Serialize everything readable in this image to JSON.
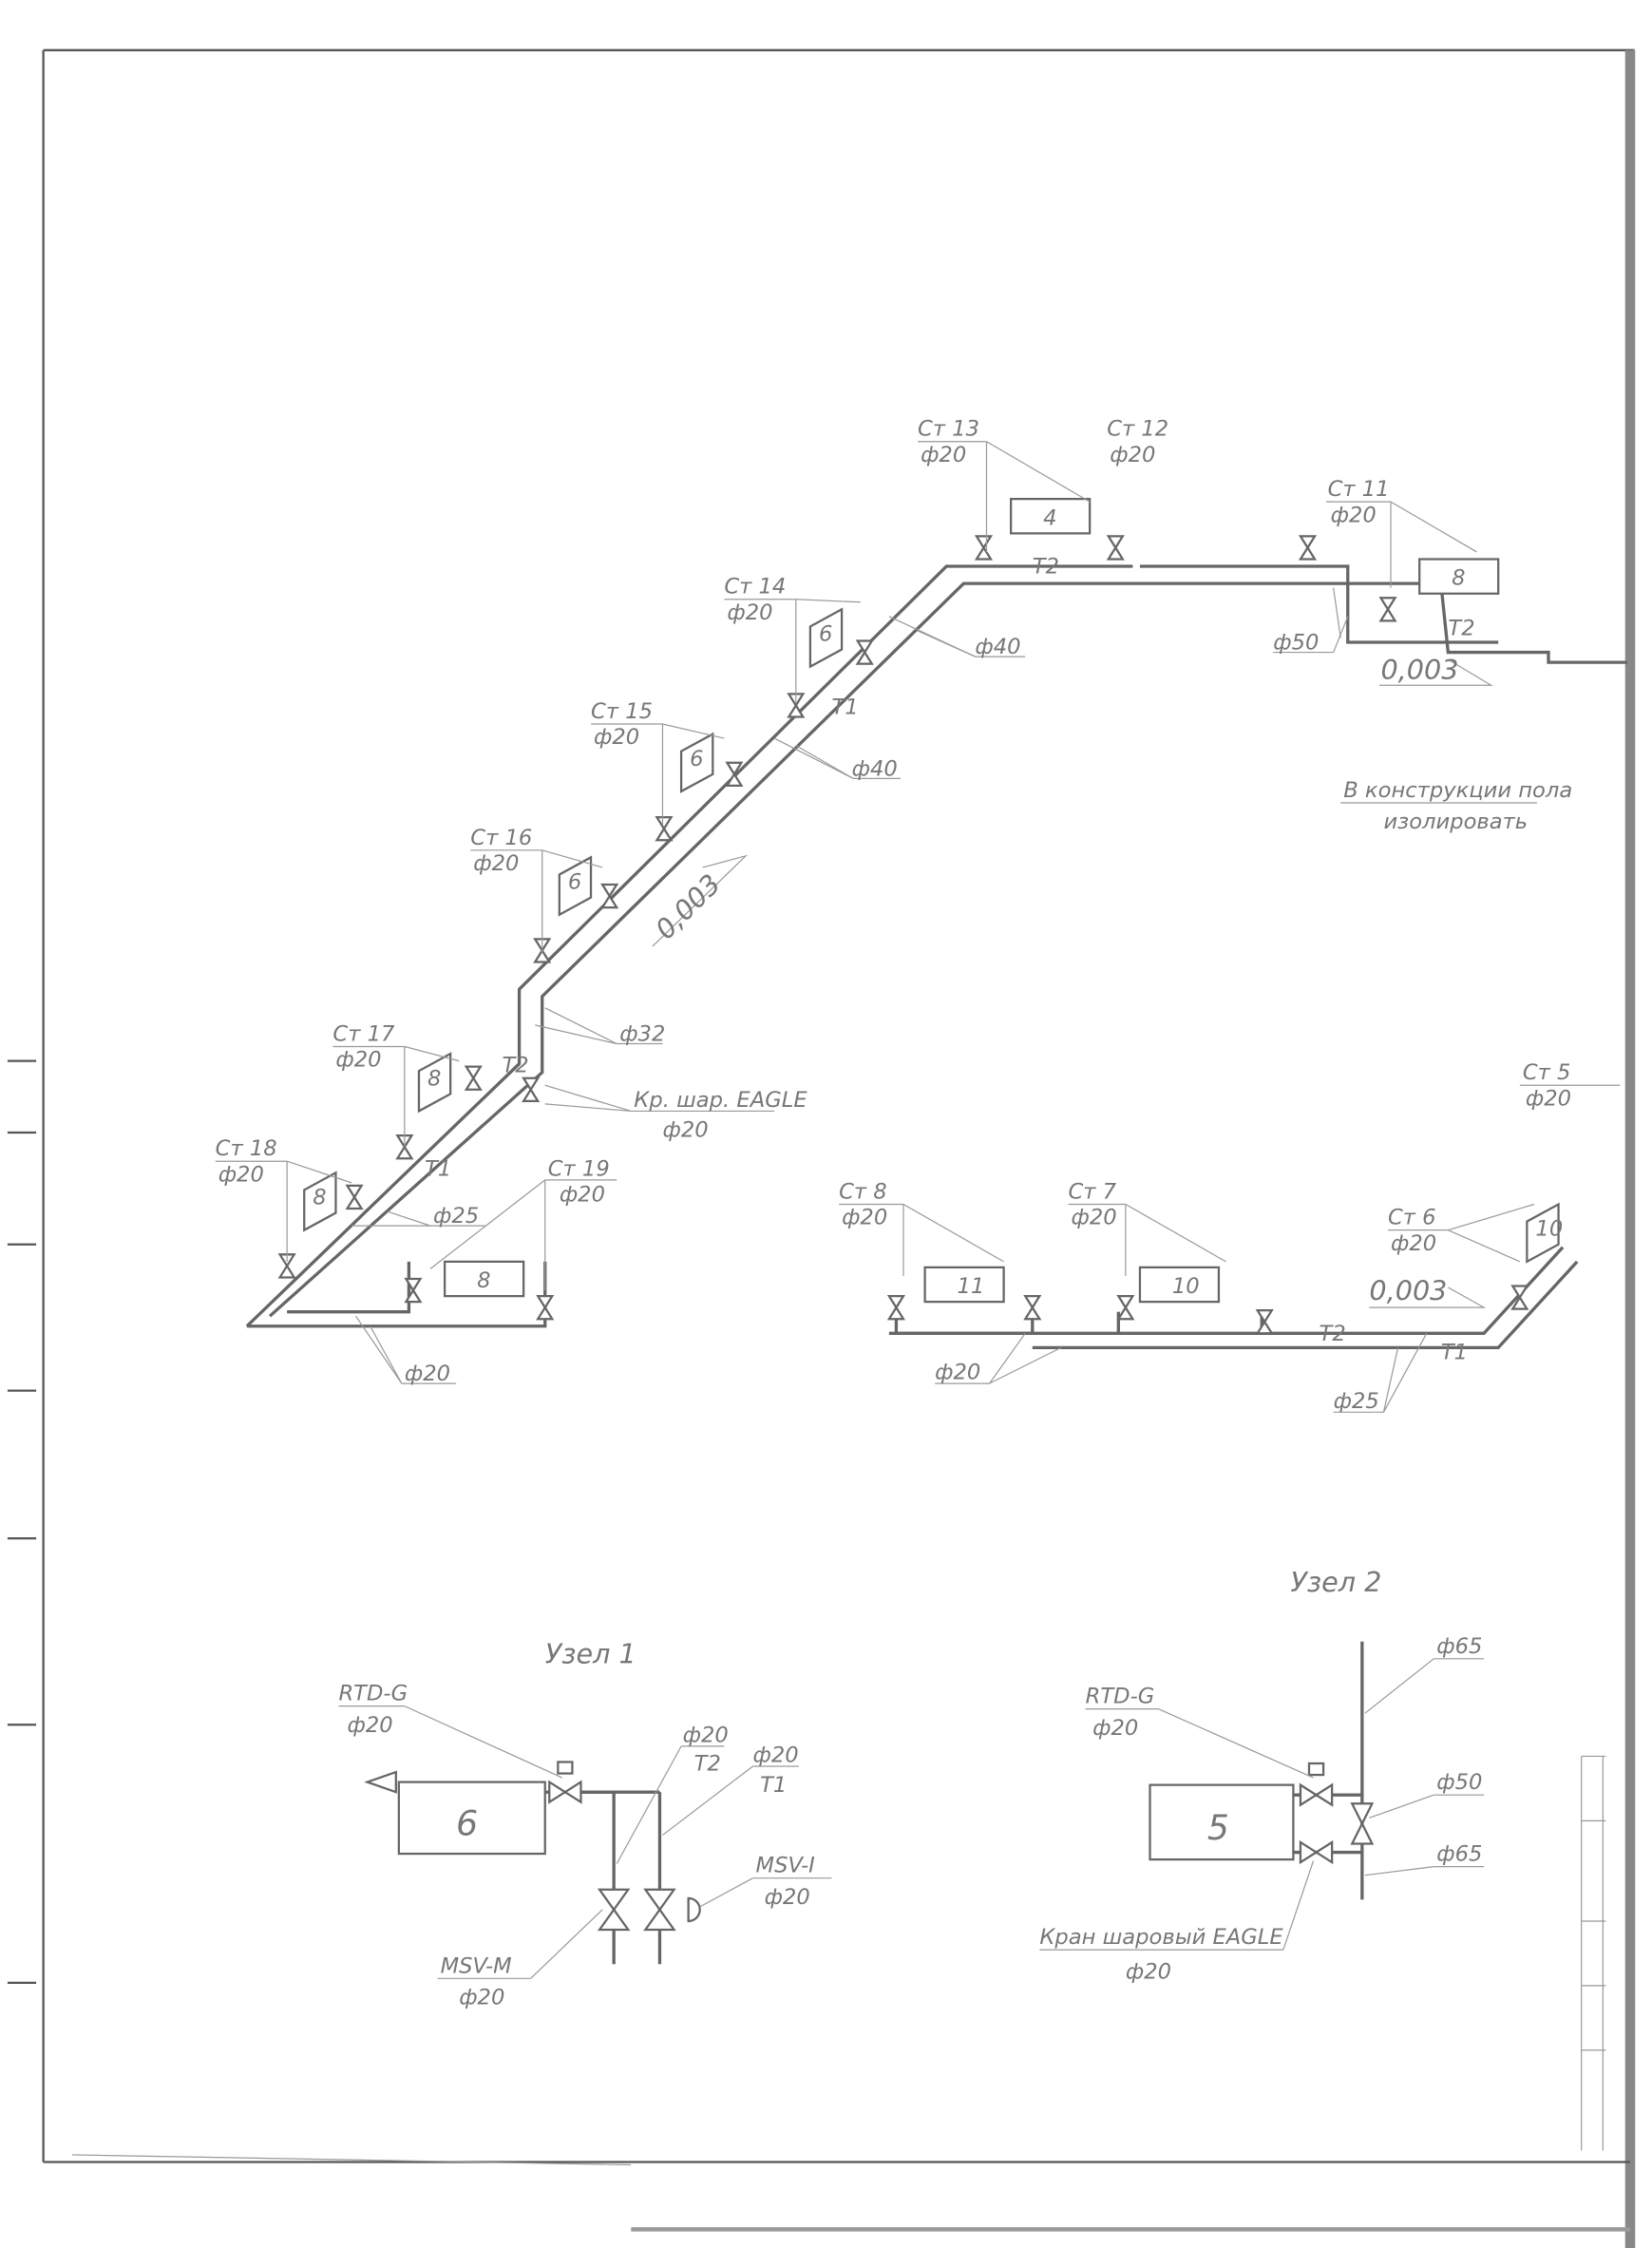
{
  "title": "Схема системы отопления",
  "upper_right": {
    "st13": {
      "riser": "Ст 13",
      "dia": "ф20",
      "radiator": "4"
    },
    "st12": {
      "riser": "Ст 12",
      "dia": "ф20"
    },
    "st11": {
      "riser": "Ст 11",
      "dia": "ф20",
      "radiator": "8"
    },
    "pipe_dia_a": "ф40",
    "pipe_dia_b": "ф40",
    "pipe_dia_c": "ф50",
    "slope": "0,003",
    "t2": "T2",
    "t2b": "T2",
    "t1": "T1",
    "note_line1": "В конструкции пола",
    "note_line2": "изолировать"
  },
  "left_system": {
    "st14": {
      "riser": "Ст 14",
      "dia": "ф20",
      "radiator": "6"
    },
    "st15": {
      "riser": "Ст 15",
      "dia": "ф20",
      "radiator": "6"
    },
    "st16": {
      "riser": "Ст 16",
      "dia": "ф20",
      "radiator": "6"
    },
    "st17": {
      "riser": "Ст 17",
      "dia": "ф20",
      "radiator": "8"
    },
    "st18": {
      "riser": "Ст 18",
      "dia": "ф20",
      "radiator": "8"
    },
    "st19": {
      "riser": "Ст 19",
      "dia": "ф20",
      "radiator": "8"
    },
    "slope": "0,003",
    "pipe_dia_32": "ф32",
    "pipe_dia_25": "ф25",
    "pipe_dia_20": "ф20",
    "valve_label": "Кр. шар. EAGLE",
    "valve_dia": "ф20",
    "t1": "T1",
    "t2": "T2"
  },
  "middle_system": {
    "st8": {
      "riser": "Ст 8",
      "dia": "ф20",
      "radiator": "11"
    },
    "st7": {
      "riser": "Ст 7",
      "dia": "ф20",
      "radiator": "10"
    },
    "st6": {
      "riser": "Ст 6",
      "dia": "ф20",
      "radiator": "10"
    },
    "st5": {
      "riser": "Ст 5",
      "dia": "ф20"
    },
    "slope": "0,003",
    "pipe_dia_20": "ф20",
    "pipe_dia_25": "ф25",
    "t1": "T1",
    "t2": "T2"
  },
  "node1": {
    "title": "Узел 1",
    "rtd": "RTD-G",
    "rtd_dia": "ф20",
    "radiator": "6",
    "t2_dia": "ф20",
    "t2": "T2",
    "t1_dia": "ф20",
    "t1": "T1",
    "msvi": "MSV-I",
    "msvi_dia": "ф20",
    "msvm": "MSV-M",
    "msvm_dia": "ф20"
  },
  "node2": {
    "title": "Узел 2",
    "rtd": "RTD-G",
    "rtd_dia": "ф20",
    "radiator": "5",
    "dia_top": "ф65",
    "dia_mid": "ф50",
    "dia_bot": "ф65",
    "valve": "Кран шаровый EAGLE",
    "valve_dia": "ф20"
  }
}
